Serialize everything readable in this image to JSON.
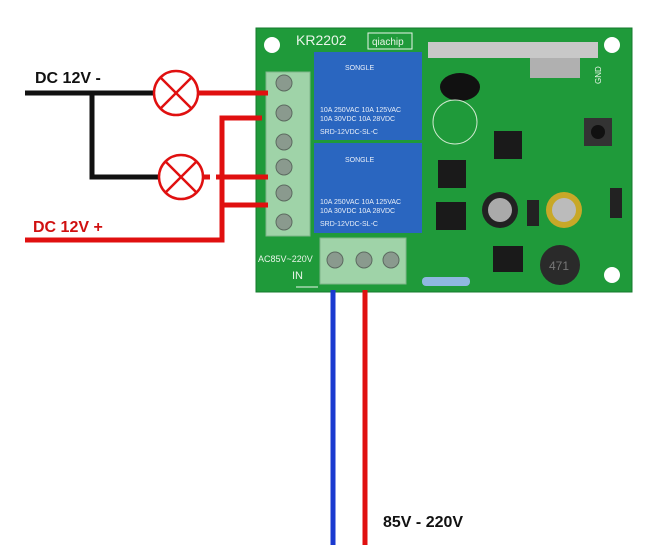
{
  "labels": {
    "dc_negative": "DC 12V -",
    "dc_positive": "DC 12V +",
    "ac_voltage": "85V - 220V"
  },
  "board": {
    "model": "KR2202",
    "brand": "qiachip",
    "ac_input_label": "AC85V~220V",
    "in_label": "IN",
    "gnd_label": "GND",
    "inductor_marking": "471",
    "relays": [
      {
        "brand": "SONGLE",
        "rating1": "10A 250VAC  10A 125VAC",
        "rating2": "10A 30VDC  10A 28VDC",
        "model": "SRD-12VDC-SL-C"
      },
      {
        "brand": "SONGLE",
        "rating1": "10A 250VAC  10A 125VAC",
        "rating2": "10A 30VDC  10A 28VDC",
        "model": "SRD-12VDC-SL-C"
      }
    ]
  },
  "colors": {
    "wire_negative": "#111111",
    "wire_positive": "#e01010",
    "wire_neutral": "#1a3ad0",
    "pcb": "#1f9a3a",
    "relay": "#2a66c0",
    "terminal": "#9fd3a8"
  }
}
